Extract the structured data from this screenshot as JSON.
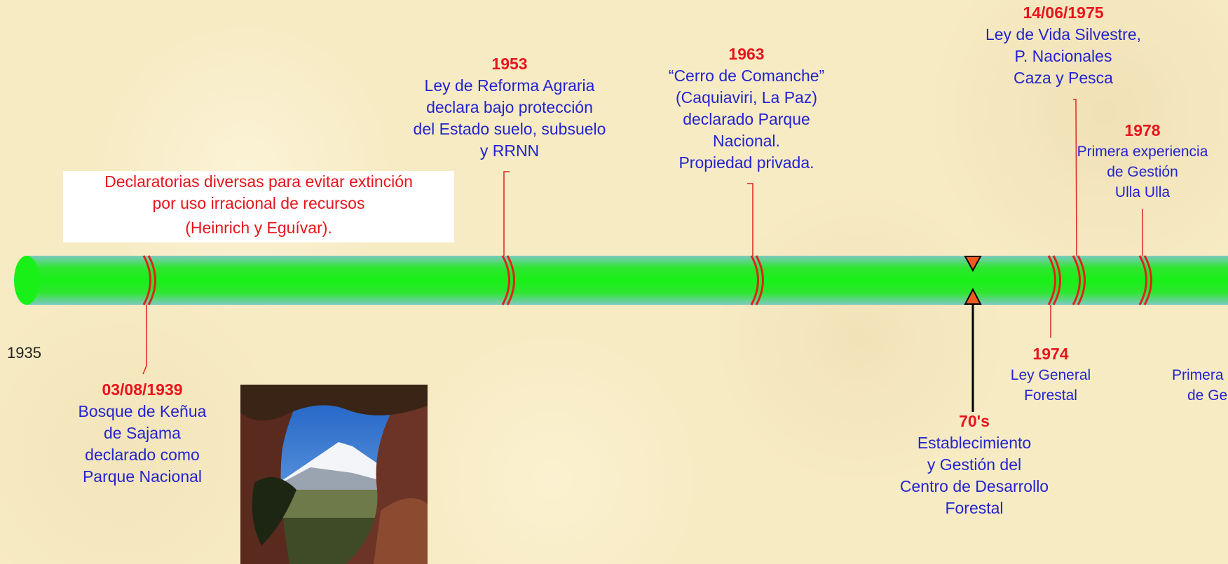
{
  "start_year": "1935",
  "callout": {
    "lines": [
      "Declaratorias diversas para  evitar extinción",
      "por uso irracional de recursos",
      "(Heinrich y Eguívar)."
    ]
  },
  "events": {
    "e1939": {
      "date": "03/08/1939",
      "lines": [
        "Bosque de Keñua",
        "de Sajama",
        "declarado como",
        "Parque Nacional"
      ]
    },
    "e1953": {
      "date": "1953",
      "lines": [
        "Ley de Reforma Agraria",
        "declara bajo protección",
        "del Estado suelo, subsuelo",
        "y RRNN"
      ]
    },
    "e1963": {
      "date": "1963",
      "lines": [
        "“Cerro de Comanche”",
        "(Caquiaviri, La Paz)",
        "declarado Parque",
        "Nacional.",
        "Propiedad privada."
      ]
    },
    "e70s": {
      "date": "70's",
      "lines": [
        "Establecimiento",
        "y Gestión del",
        "Centro de Desarrollo",
        "Forestal"
      ]
    },
    "e1974": {
      "date": "1974",
      "lines": [
        "Ley General",
        "Forestal"
      ]
    },
    "e1975": {
      "date": "14/06/1975",
      "lines": [
        "Ley de Vida Silvestre,",
        "P. Nacionales",
        "Caza y Pesca"
      ]
    },
    "e1978": {
      "date": "1978",
      "lines": [
        "Primera experiencia",
        "de Gestión",
        "Ulla Ulla"
      ]
    },
    "cut": {
      "lines": [
        "Primera",
        "de Ge"
      ]
    }
  },
  "colors": {
    "timeline": "#22ee22",
    "marker": "#e0231a",
    "year_text": "#e8141c",
    "desc_text": "#2323d0",
    "background": "#f7ebc4"
  },
  "photo": {
    "subject": "Sajama volcano framed by Keñua trees"
  }
}
